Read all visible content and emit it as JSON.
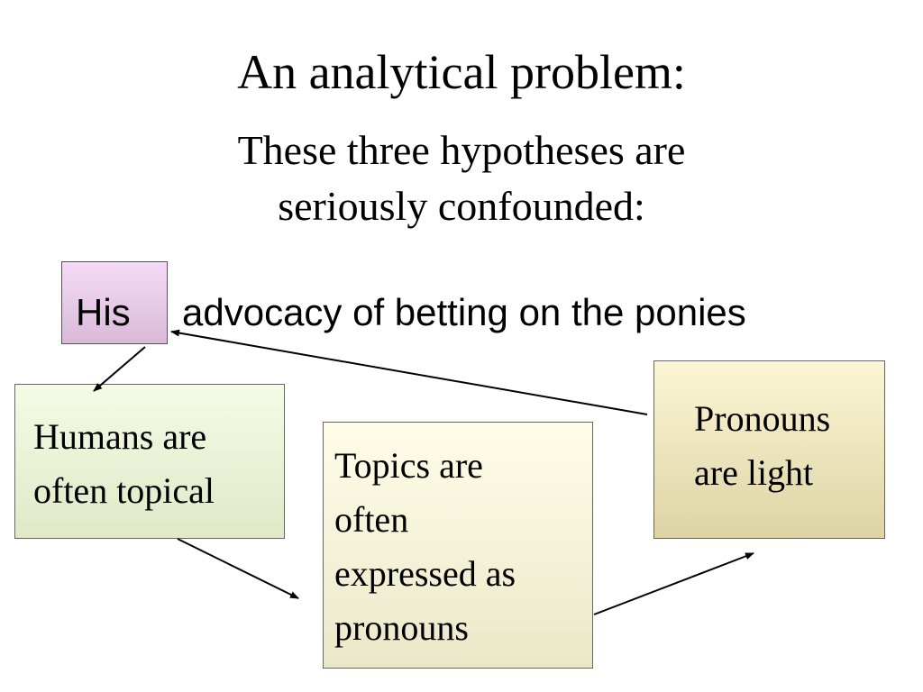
{
  "title": "An analytical problem:",
  "subtitle_lines": [
    "These three hypotheses are",
    "seriously confounded:"
  ],
  "highlight_word": "His",
  "phrase": "advocacy of betting on the ponies",
  "hypotheses": [
    {
      "id": "humans",
      "lines": [
        "Humans are",
        "often topical"
      ]
    },
    {
      "id": "topics",
      "lines": [
        "Topics are",
        "often",
        "expressed as",
        "pronouns"
      ]
    },
    {
      "id": "pronouns",
      "lines": [
        "Pronouns",
        "are light"
      ]
    }
  ],
  "colors": {
    "his_box": "#e8c9ec",
    "humans_box": "#e9f2d6",
    "topics_box": "#f6f3d9",
    "pronouns_box": "#efe6bd",
    "arrow": "#000000"
  }
}
